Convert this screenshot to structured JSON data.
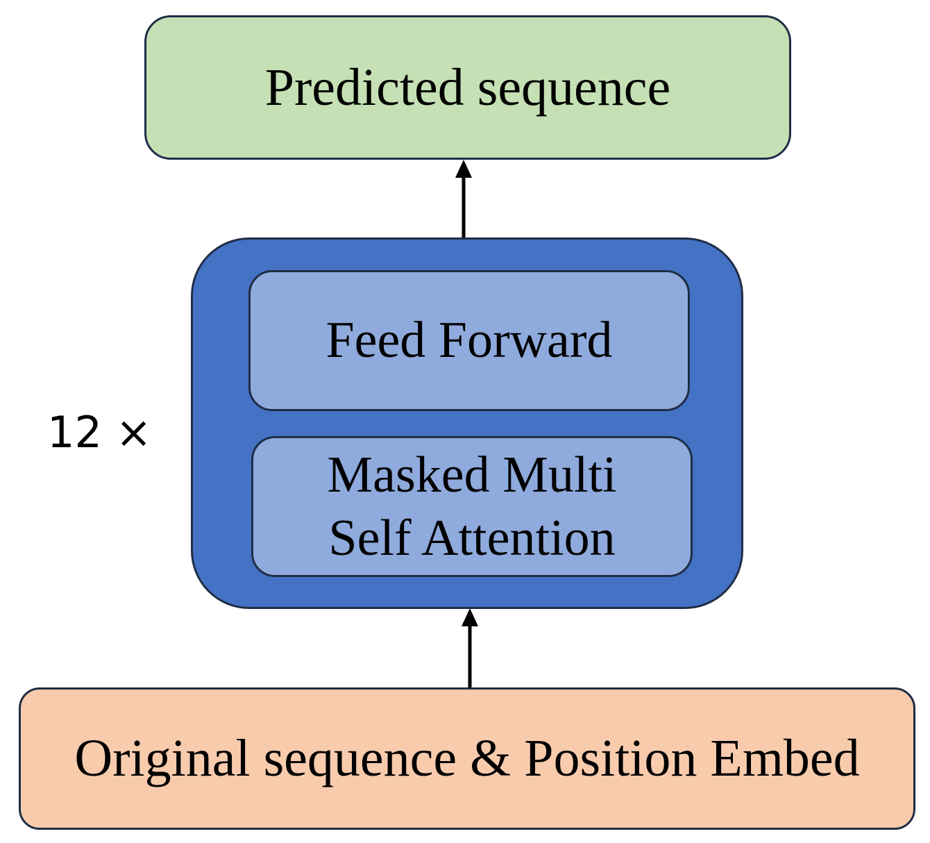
{
  "colors": {
    "output_fill": "#c5e0b4",
    "decoder_fill": "#4472c4",
    "inner_fill": "#8faadc",
    "input_fill": "#f8cbad",
    "border": "#1f2d44",
    "arrow": "#000000"
  },
  "nodes": {
    "output": {
      "label": "Predicted sequence"
    },
    "feed_forward": {
      "label": "Feed Forward"
    },
    "attention": {
      "label_line1": "Masked Multi",
      "label_line2": "Self Attention"
    },
    "input": {
      "label": "Original sequence & Position Embed"
    }
  },
  "repeat_label": "12 ×",
  "edges": [
    {
      "from": "input",
      "to": "decoder_block"
    },
    {
      "from": "decoder_block",
      "to": "output"
    }
  ]
}
